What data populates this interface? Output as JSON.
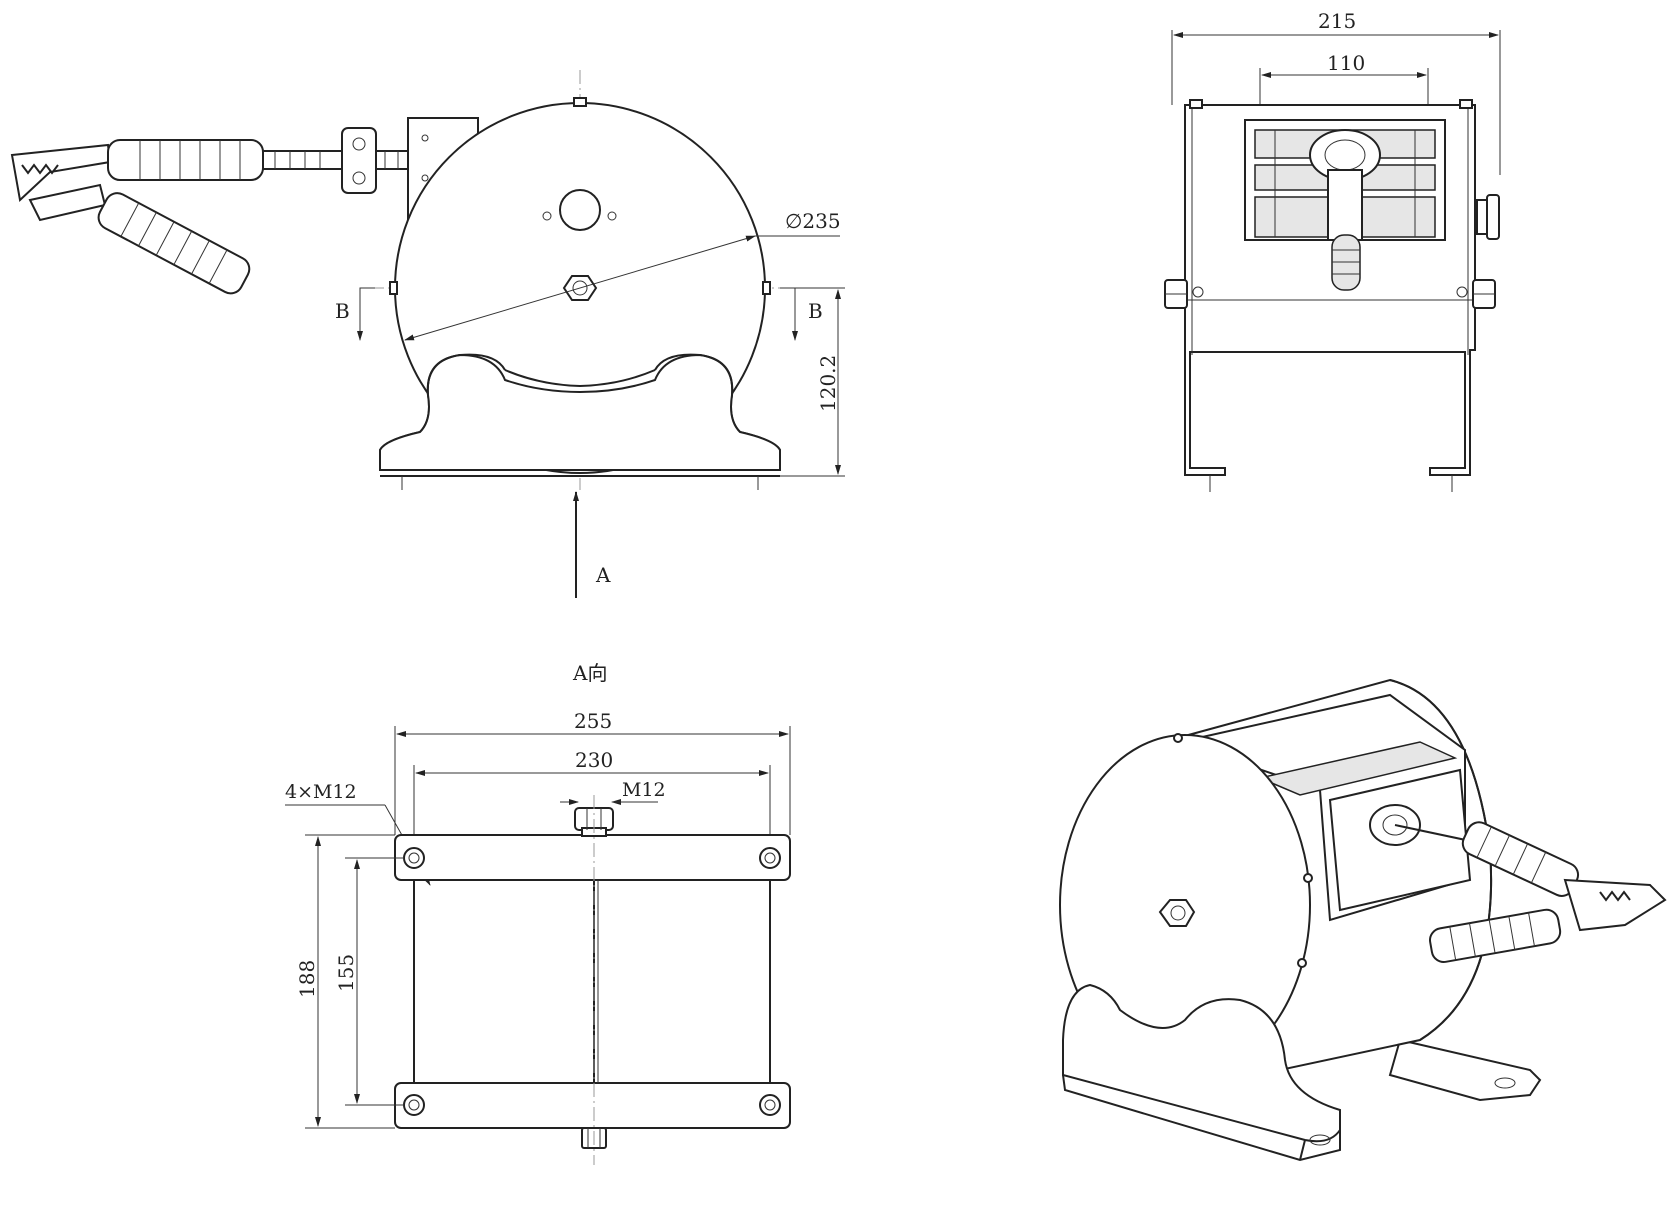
{
  "dimensions": {
    "front_diameter": "∅235",
    "front_height": "120.2",
    "section_left": "B",
    "section_right": "B",
    "view_arrow": "A",
    "side_overall_width": "215",
    "side_inner_width": "110",
    "bottom_overall_width": "255",
    "bottom_hole_spacing": "230",
    "bottom_center_thread": "M12",
    "bottom_holes": "4×M12",
    "bottom_overall_depth": "188",
    "bottom_hole_depth": "155"
  },
  "views": {
    "bottom_view_title": "A向"
  },
  "icons": {
    "arrowhead": "arrow-icon",
    "hex_nut": "hex-nut-icon"
  }
}
